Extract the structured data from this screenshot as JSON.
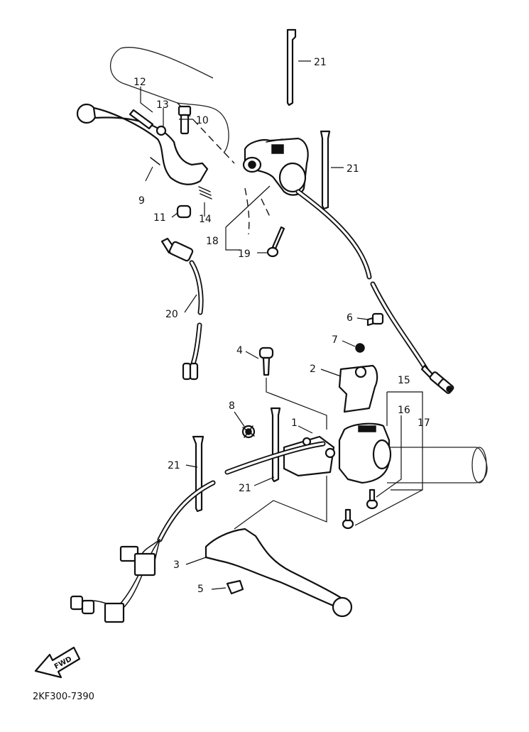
{
  "labels": {
    "p1": "1",
    "p2": "2",
    "p3": "3",
    "p4": "4",
    "p5": "5",
    "p6": "6",
    "p7": "7",
    "p8": "8",
    "p9": "9",
    "p10": "10",
    "p11": "11",
    "p12": "12",
    "p13": "13",
    "p14": "14",
    "p15": "15",
    "p16": "16",
    "p17": "17",
    "p18": "18",
    "p19": "19",
    "p20": "20",
    "p21a": "21",
    "p21b": "21",
    "p21c": "21",
    "p21d": "21"
  },
  "fwd_label": "FWD",
  "diagram_code": "2KF300-7390"
}
